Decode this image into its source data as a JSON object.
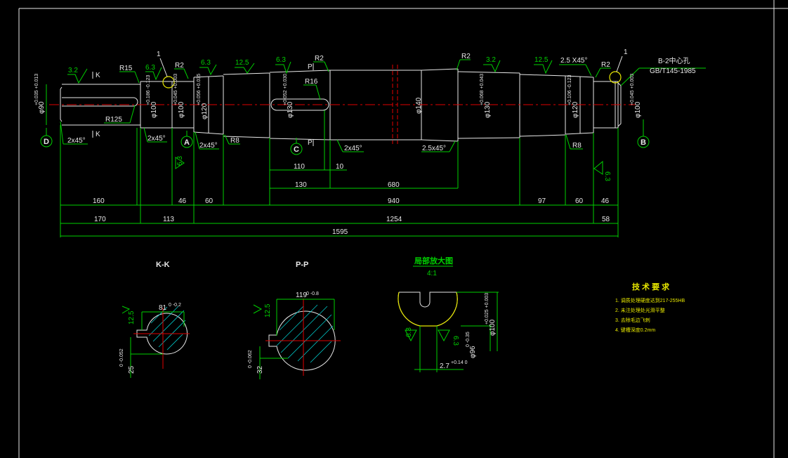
{
  "roughness": {
    "r1": "3.2",
    "r2": "6.3",
    "r3": "6.3",
    "r4": "12.5",
    "r5": "6.3",
    "r6": "3.2",
    "r7": "12.5",
    "r8": "6.3",
    "r9": "6.3",
    "r10": "12.5",
    "r11": "12.5",
    "r12": "6.3",
    "r13": "6.3"
  },
  "radii": {
    "r15": "R15",
    "r2a": "R2",
    "r125": "R125",
    "r16": "R16",
    "r2b": "R2",
    "r2c": "R2",
    "r2d": "R2",
    "r8a": "R8",
    "r8b": "R8"
  },
  "chamfers": {
    "c1": "2x45°",
    "c2": "2x45°",
    "c3": "2x45°",
    "c4": "2x45°",
    "c5": "2.5x45°",
    "c6": "2.5 X45°"
  },
  "section_marks": {
    "k": "K",
    "p": "P"
  },
  "leader_ones": {
    "a": "1",
    "b": "1"
  },
  "datums": {
    "a": "A",
    "b": "B",
    "c": "C",
    "d": "D"
  },
  "center_hole": {
    "label": "B-2中心孔",
    "standard": "GB/T145-1985"
  },
  "diameters": {
    "d90": "φ90",
    "d90_tol": "+0.035 +0.013",
    "d100a": "φ100",
    "d100a_tol": "+0.186 -0.123",
    "d100b": "φ100",
    "d100b_tol": "+0.045 +0.003",
    "d120a": "φ120",
    "d120a_tol": "+0.056 +0.035",
    "d130a": "φ130",
    "d130a_tol": "+0.052 +0.030",
    "d140": "φ140",
    "d130b": "φ130",
    "d130b_tol": "+0.068 +0.043",
    "d120b": "φ120",
    "d120b_tol": "+0.106 -0.123",
    "d100c": "φ100",
    "d100c_tol": "+0.045 +0.003"
  },
  "dimensions": {
    "row1": {
      "d110": "110",
      "d10": "10"
    },
    "row2": {
      "d130": "130",
      "d680": "680"
    },
    "row3": {
      "d160": "160",
      "d46a": "46",
      "d60a": "60",
      "d940": "940",
      "d97": "97",
      "d60b": "60",
      "d46b": "46"
    },
    "row4": {
      "d170": "170",
      "d113": "113",
      "d1254": "1254",
      "d58": "58"
    },
    "row5": {
      "d1595": "1595"
    }
  },
  "section_kk": {
    "title": "K-K",
    "width": "81",
    "width_tol": "0 -0.2",
    "depth": "25",
    "depth_tol": "0 -0.052",
    "rough": "12.5"
  },
  "section_pp": {
    "title": "P-P",
    "width": "119",
    "width_tol": "0 -0.8",
    "depth": "32",
    "depth_tol": "0 -0.062",
    "rough": "12.5"
  },
  "detail": {
    "title": "局部放大图",
    "scale": "4:1",
    "dia": "φ96",
    "dia_tol": "0 -0.35",
    "dia2": "φ100",
    "dia2_tol": "+0.025 +0.003",
    "groove": "2.7",
    "groove_tol": "+0.14 0",
    "rough_a": "6.3",
    "rough_b": "6.3"
  },
  "tech": {
    "title": "技 术 要 求",
    "items": [
      "1. 调质处理硬度达到217-255HB",
      "2. 未注处理处光滑平整",
      "3. 去除毛边飞刺",
      "4. 键槽深度0.2mm"
    ]
  },
  "colors": {
    "outline": "#e8e8e8",
    "dimension": "#00d000",
    "center": "#e00000",
    "note": "#e8e800",
    "hatch": "#00c8c8"
  }
}
